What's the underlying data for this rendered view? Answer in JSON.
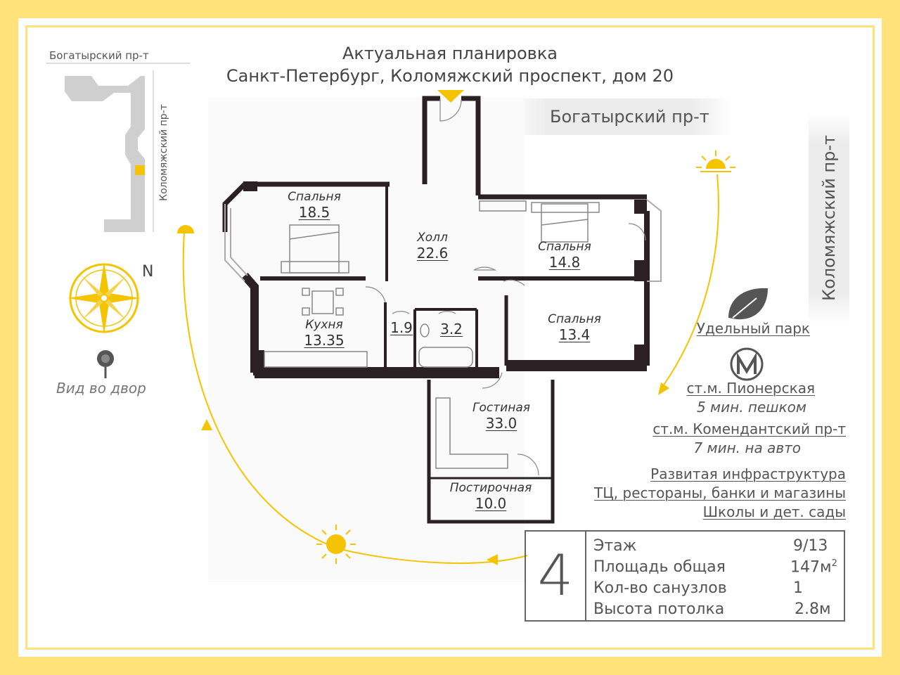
{
  "header": {
    "line1": "Актуальная планировка",
    "line2": "Санкт-Петербург, Коломяжский проспект, дом 20"
  },
  "streets": {
    "horizontal": "Богатырский пр-т",
    "vertical": "Коломяжский пр-т"
  },
  "minimap": {
    "street_h": "Богатырский пр-т",
    "street_v": "Коломяжский пр-т",
    "north": "N",
    "view_label": "Вид во двор"
  },
  "rooms": [
    {
      "name": "Спальня",
      "area": "18.5"
    },
    {
      "name": "Холл",
      "area": "22.6"
    },
    {
      "name": "Спальня",
      "area": "14.8"
    },
    {
      "name": "Кухня",
      "area": "13.35"
    },
    {
      "name": "",
      "area": "1.9"
    },
    {
      "name": "",
      "area": "3.2"
    },
    {
      "name": "Спальня",
      "area": "13.4"
    },
    {
      "name": "Гостиная",
      "area": "33.0"
    },
    {
      "name": "Постирочная",
      "area": "10.0"
    }
  ],
  "info": {
    "park": "Удельный парк",
    "metro1": "ст.м. Пионерская",
    "metro1_time": "5 мин. пешком",
    "metro2": "ст.м. Комендантский пр-т",
    "metro2_time": "7 мин. на авто",
    "infra_title": "Развитая инфраструктура",
    "infra1": "ТЦ, рестораны, банки и магазины",
    "infra2": "Школы и дет. сады"
  },
  "spec": {
    "rooms_count": "4",
    "rows": [
      {
        "label": "Этаж",
        "value": "9/13"
      },
      {
        "label": "Площадь общая",
        "value": "147м"
      },
      {
        "label": "Кол-во санузлов",
        "value": "1"
      },
      {
        "label": "Высота потолка",
        "value": "2.8м"
      }
    ],
    "area_sup": "2"
  },
  "colors": {
    "frame": "#ffe27a",
    "accent": "#f5c400",
    "wall": "#2b2125"
  }
}
